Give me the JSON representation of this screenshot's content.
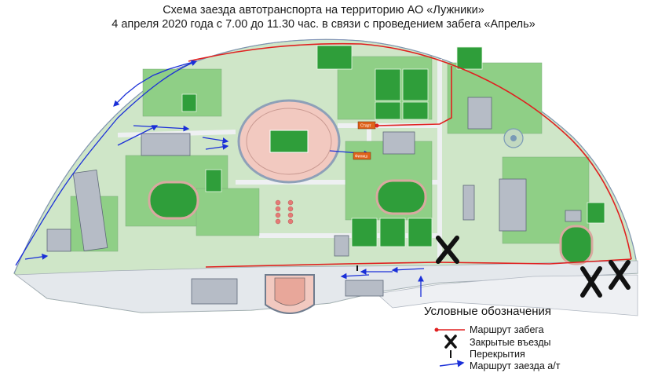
{
  "title": {
    "line1": "Схема заезда автотранспорта на территорию АО «Лужники»",
    "line2": "4 апреля 2020 года с 7.00 до 11.30 час. в связи с проведением забега «Апрель»"
  },
  "legend": {
    "heading": "Условные обозначения",
    "items": [
      {
        "key": "race_route",
        "label": "Маршрут забега",
        "color": "#e02020"
      },
      {
        "key": "closed_entries",
        "label": "Закрытые въезды",
        "color": "#111111"
      },
      {
        "key": "blockages",
        "label": "Перекрытия",
        "color": "#111111"
      },
      {
        "key": "vehicle_route",
        "label": "Маршрут заезда а/т",
        "color": "#1a2fd8"
      }
    ]
  },
  "map_labels": {
    "start": "Старт",
    "finish": "Финиш"
  },
  "colors": {
    "territory": "#cfe6c8",
    "lawn": "#58b45a",
    "field": "#2f9e3a",
    "building": "#b6bcc6",
    "road": "#eef0f2",
    "stadium_ring": "#f2c9c0",
    "race_route": "#e02020",
    "vehicle_route": "#1a2fd8",
    "label_box": "#e0621a"
  }
}
